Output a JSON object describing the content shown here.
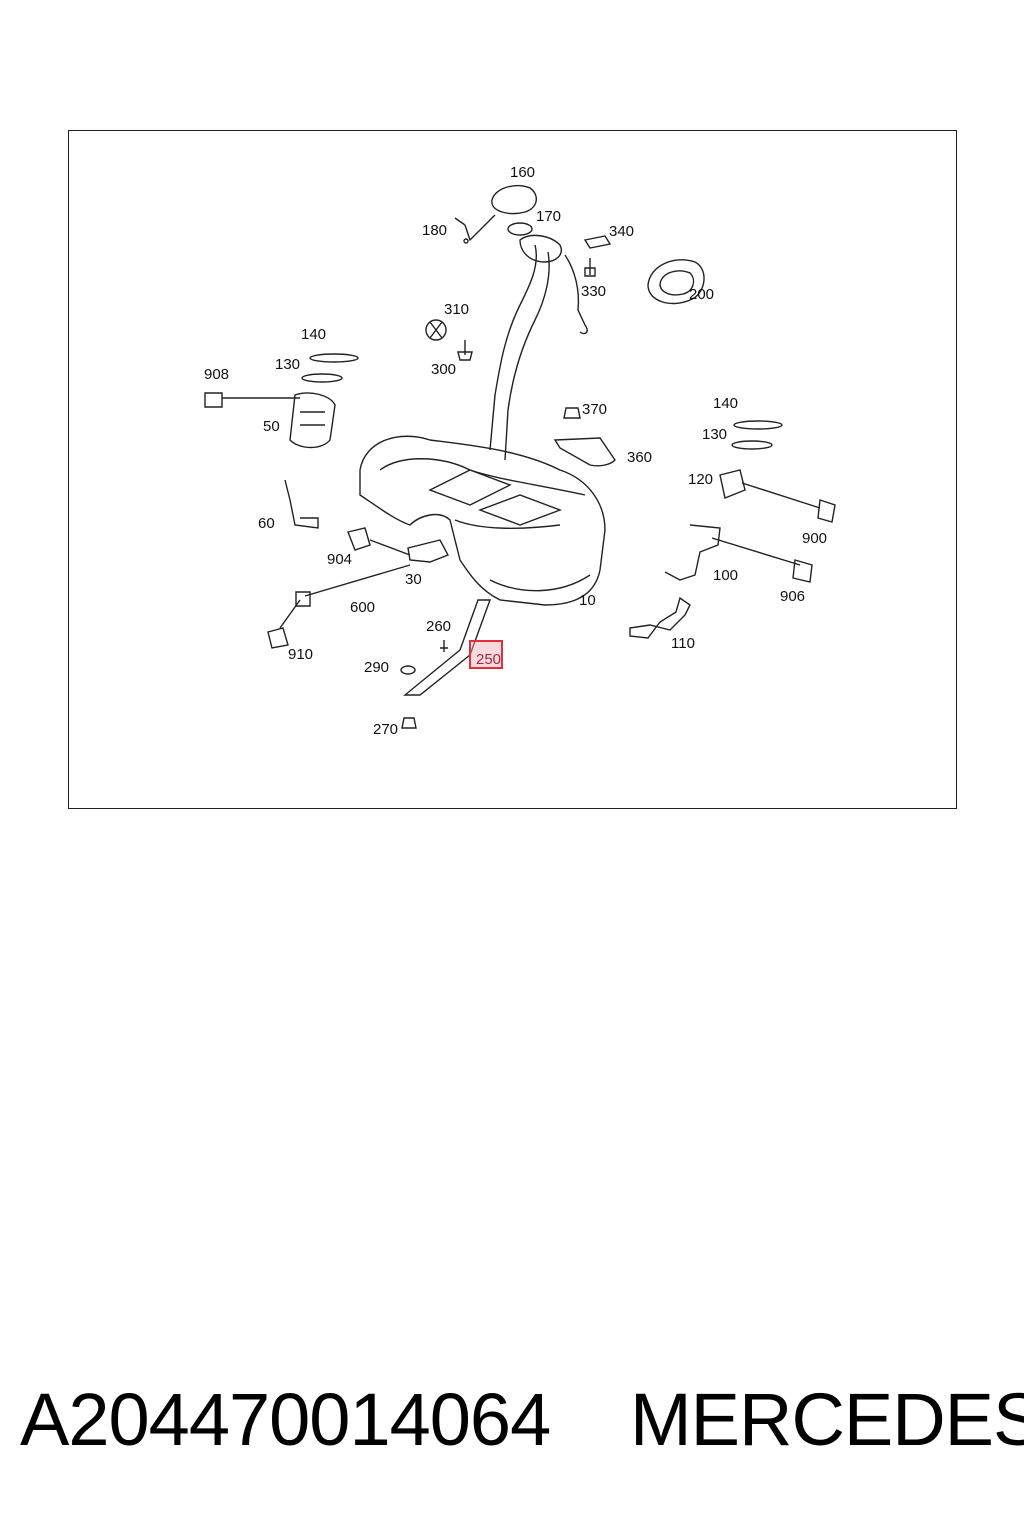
{
  "diagram": {
    "callouts": {
      "c160": "160",
      "c170": "170",
      "c180": "180",
      "c340": "340",
      "c330": "330",
      "c200": "200",
      "c310": "310",
      "c300": "300",
      "c140a": "140",
      "c130a": "130",
      "c908": "908",
      "c50": "50",
      "c370": "370",
      "c360": "360",
      "c140b": "140",
      "c130b": "130",
      "c120": "120",
      "c900": "900",
      "c60": "60",
      "c904": "904",
      "c30": "30",
      "c100": "100",
      "c906": "906",
      "c600": "600",
      "c10": "10",
      "c260": "260",
      "c250": "250",
      "c110": "110",
      "c910": "910",
      "c290": "290",
      "c270": "270"
    },
    "highlighted_callout": "250",
    "highlight_color": "#e0303a"
  },
  "footer": {
    "part_number": "A204470014064",
    "brand": "MERCEDES"
  }
}
